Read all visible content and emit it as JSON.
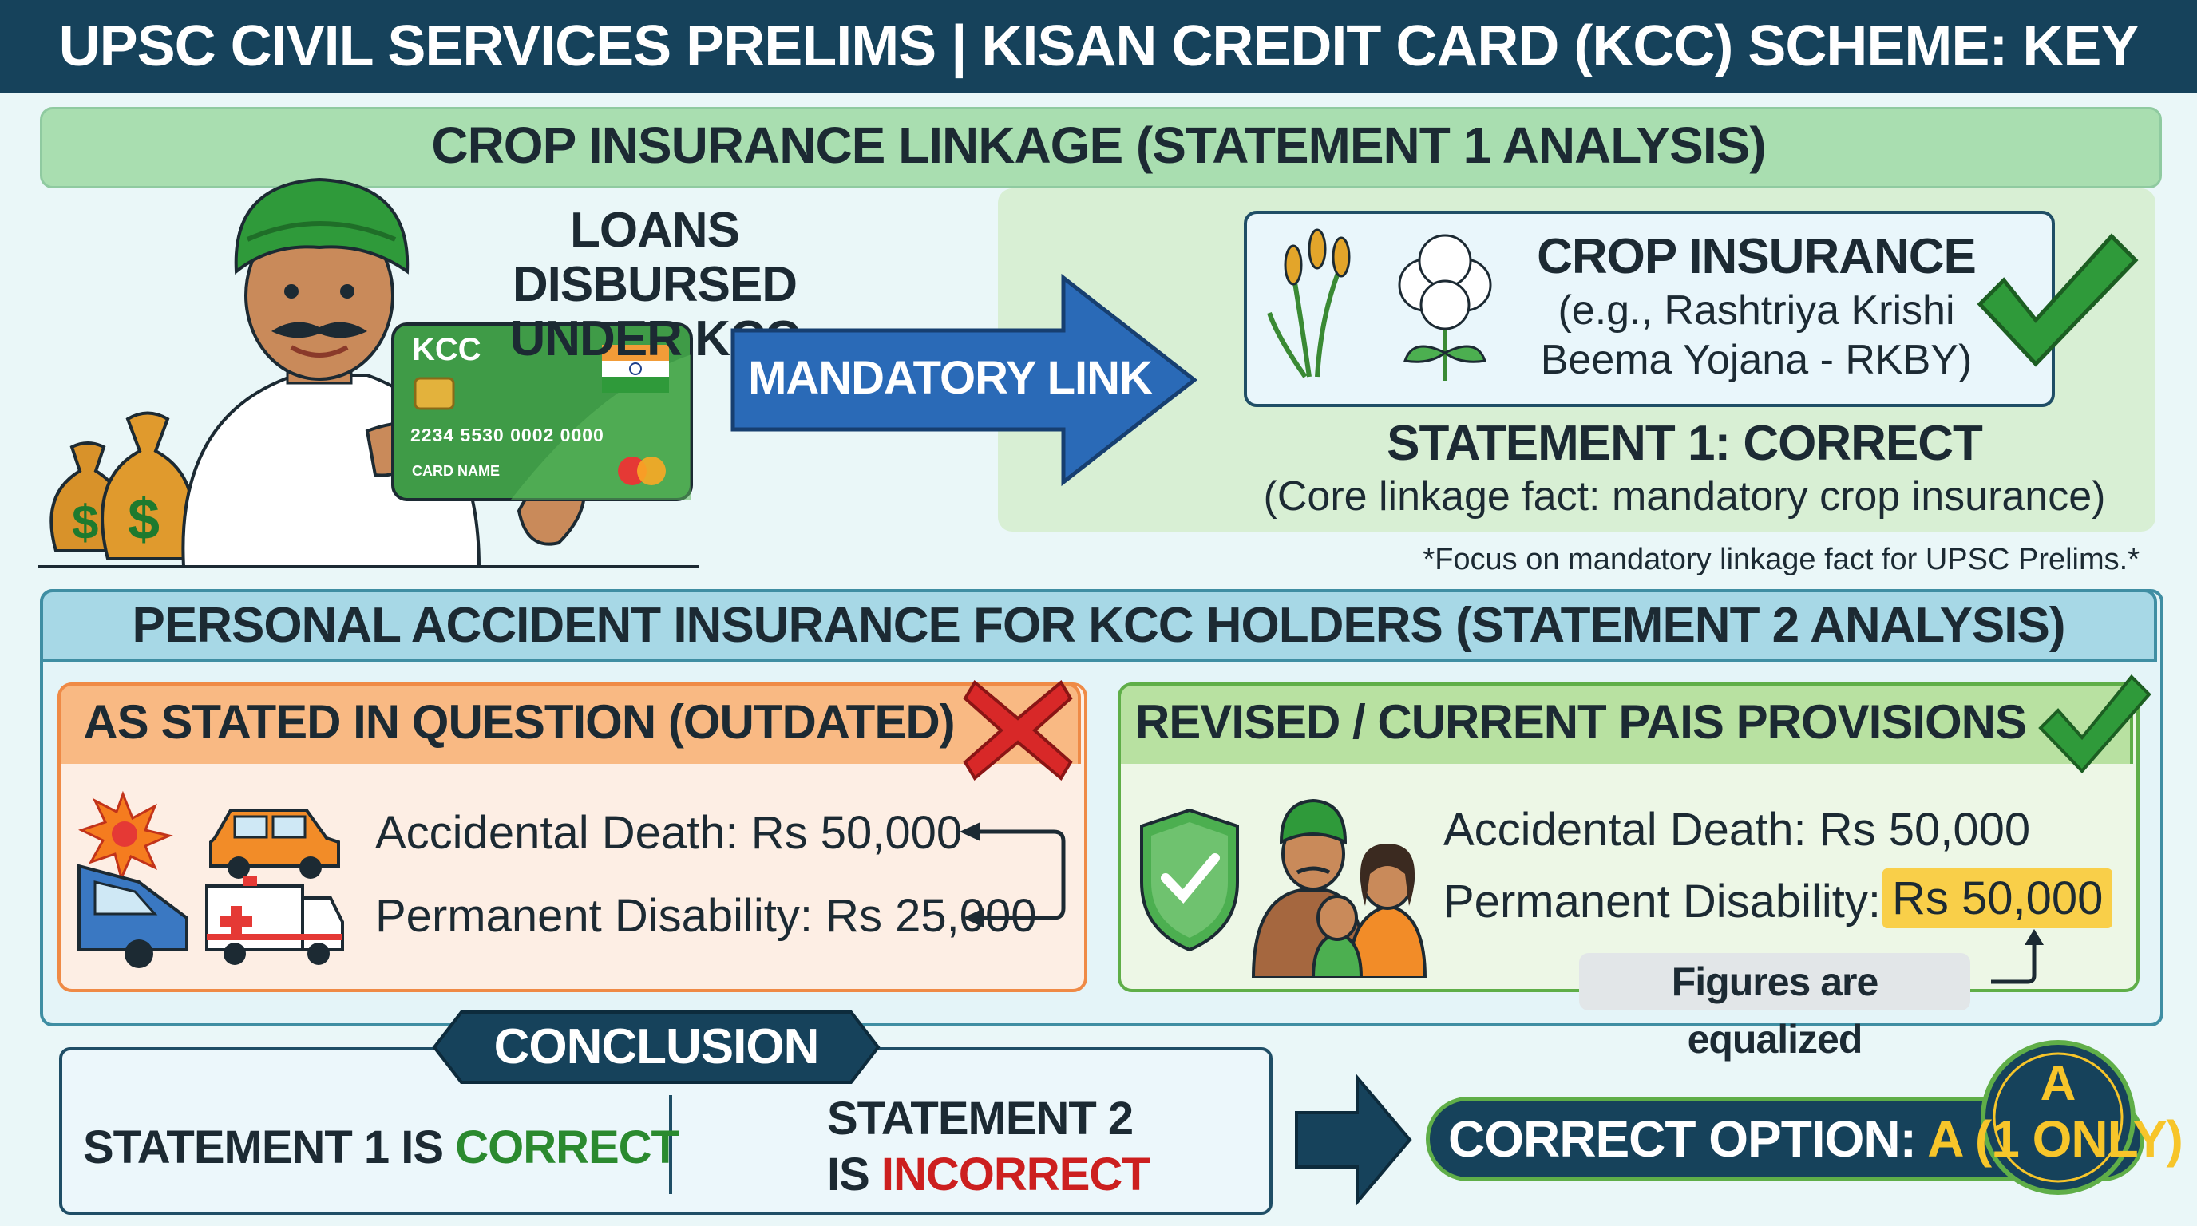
{
  "title": "UPSC CIVIL SERVICES PRELIMS | KISAN CREDIT CARD (KCC) SCHEME: KEY PROVISIONS",
  "section1": {
    "title": "CROP INSURANCE LINKAGE (STATEMENT 1 ANALYSIS)",
    "loans_line1": "LOANS DISBURSED",
    "loans_line2": "UNDER KCC",
    "card": {
      "brand": "KCC",
      "number": "2234 5530 0002 0000",
      "name_label": "CARD NAME"
    },
    "arrow_label": "MANDATORY LINK",
    "crop_title": "CROP INSURANCE",
    "crop_sub_line1": "(e.g., Rashtriya Krishi",
    "crop_sub_line2": "Beema Yojana - RKBY)",
    "result": "STATEMENT 1: CORRECT",
    "note": "(Core linkage fact: mandatory crop insurance)",
    "focus": "*Focus on mandatory linkage fact for UPSC Prelims.*"
  },
  "section2": {
    "title": "PERSONAL ACCIDENT INSURANCE FOR KCC HOLDERS (STATEMENT 2 ANALYSIS)",
    "outdated": {
      "title": "AS STATED IN QUESTION (OUTDATED)",
      "death": "Accidental Death: Rs 50,000",
      "disability": "Permanent Disability: Rs 25,000"
    },
    "revised": {
      "title": "REVISED / CURRENT PAIS PROVISIONS",
      "death": "Accidental Death: Rs 50,000",
      "disability_label": "Permanent Disability:",
      "disability_value": "Rs 50,000",
      "equalized": "Figures are equalized"
    }
  },
  "conclusion": {
    "title": "CONCLUSION",
    "s1_prefix": "STATEMENT 1 IS ",
    "s1_status": "CORRECT",
    "s2_line1": "STATEMENT 2",
    "s2_prefix": "IS ",
    "s2_status": "INCORRECT",
    "answer_prefix": "CORRECT OPTION: ",
    "answer_value": "A (1 ONLY)",
    "answer_letter": "A"
  },
  "colors": {
    "navy": "#16425b",
    "arrow_blue": "#2a6ab7",
    "green": "#2b8a2f",
    "red": "#cc1f1f",
    "orange": "#ef8a46",
    "highlight": "#f9cf49"
  }
}
